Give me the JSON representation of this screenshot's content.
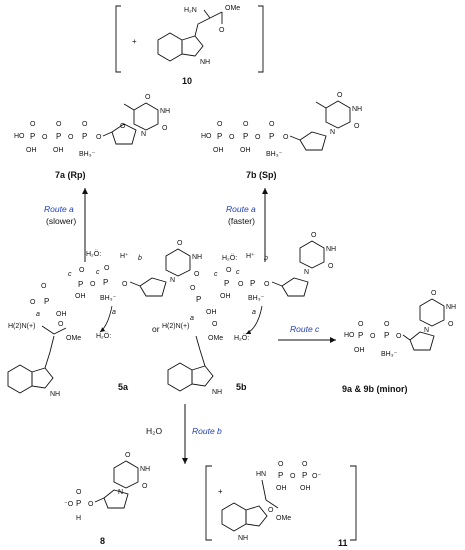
{
  "compounds": {
    "c10": "10",
    "c7a": "7a (Rp)",
    "c7b": "7b (Sp)",
    "c5a": "5a",
    "c5b": "5b",
    "c9": "9a & 9b (minor)",
    "c8": "8",
    "c11": "11"
  },
  "routes": {
    "route_a_left": "Route a",
    "route_a_left_note": "(slower)",
    "route_a_right": "Route a",
    "route_a_right_note": "(faster)",
    "route_b": "Route b",
    "route_c": "Route c",
    "or_label": "or",
    "water": "H₂O"
  },
  "atoms": {
    "plus": "+",
    "h2n": "H₂N",
    "ome": "OMe",
    "o": "O",
    "oh": "OH",
    "p": "P",
    "nh": "NH",
    "hn": "HN",
    "n": "N",
    "h": "H",
    "bh3": "BH₃⁻",
    "h2o_dots": "H₂Ö:",
    "h_plus": "H⁺",
    "neg_o": "⁻O",
    "o_neg": "O⁻",
    "h2_plus": "H(2)N(+)",
    "a": "a",
    "b": "b",
    "c": "c"
  },
  "colors": {
    "route": "#1f3fbf",
    "ink": "#111111"
  }
}
